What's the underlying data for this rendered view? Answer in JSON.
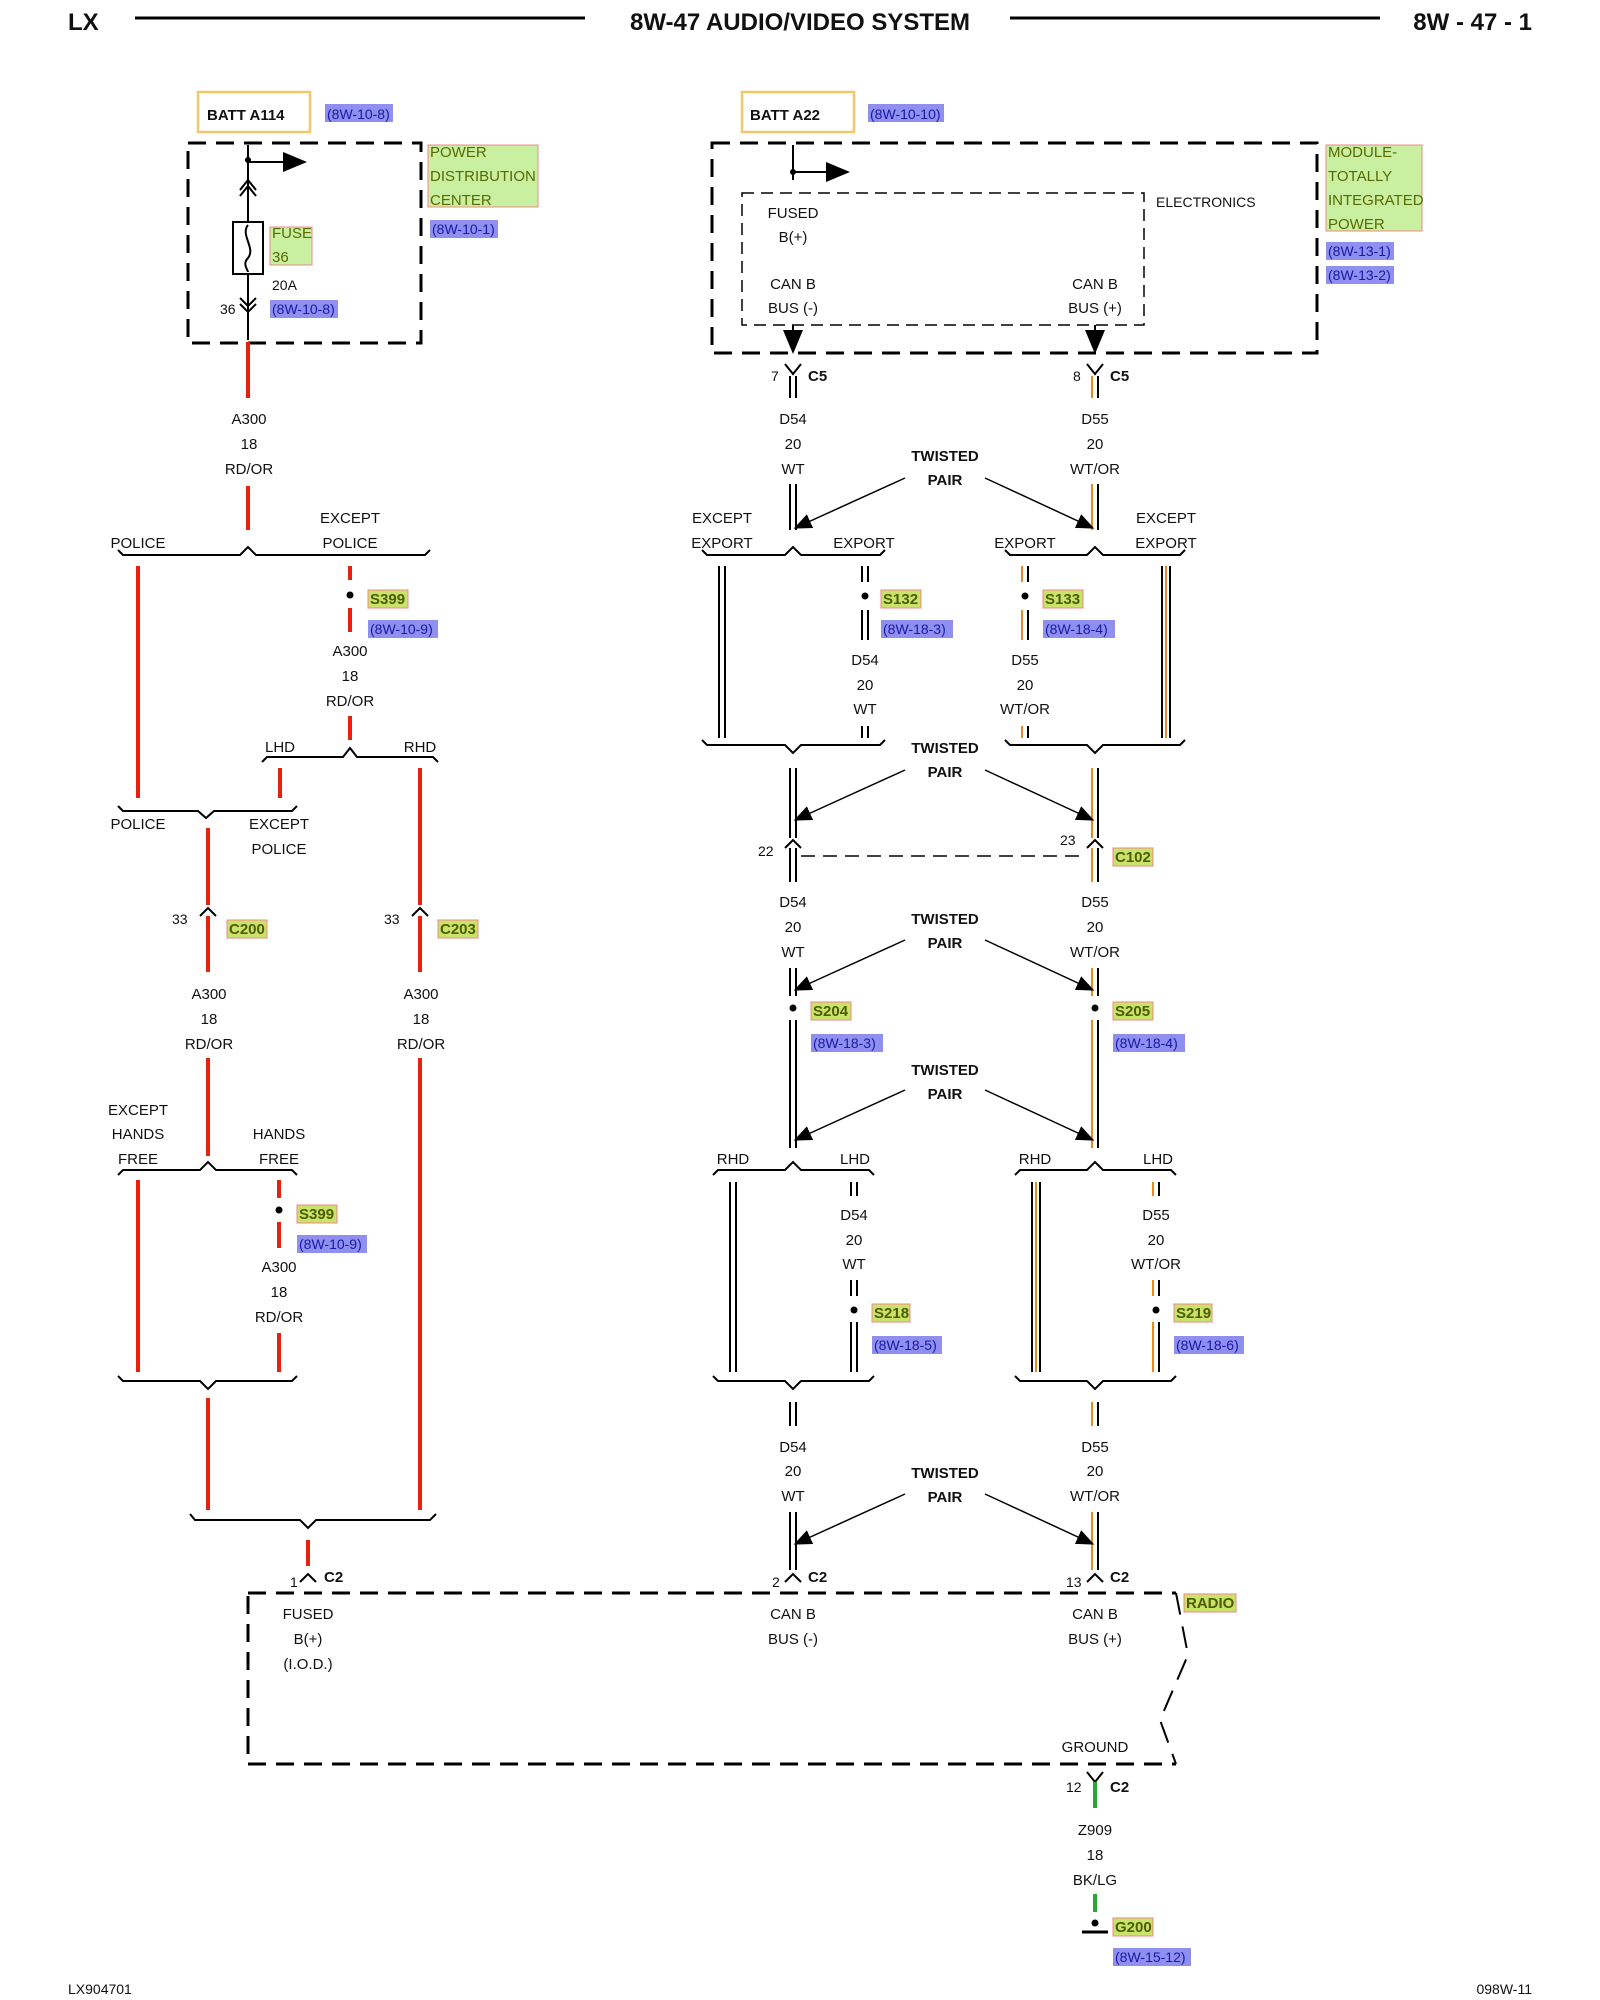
{
  "header": {
    "left": "LX",
    "title": "8W-47 AUDIO/VIDEO SYSTEM",
    "right": "8W - 47 - 1"
  },
  "footer": {
    "left": "LX904701",
    "right": "098W-11"
  },
  "left_circuit": {
    "batt_label": "BATT A114",
    "batt_ref": "(8W-10-8)",
    "pdc_label": [
      "POWER",
      "DISTRIBUTION",
      "CENTER"
    ],
    "pdc_ref": "(8W-10-1)",
    "fuse_label": [
      "FUSE",
      "36"
    ],
    "fuse_amp": "20A",
    "fuse_ref": "(8W-10-8)",
    "pin_36": "36",
    "wire_a300": [
      "A300",
      "18",
      "RD/OR"
    ],
    "split1": [
      "POLICE",
      "EXCEPT",
      "POLICE"
    ],
    "s399": "S399",
    "s399_ref": "(8W-10-9)",
    "split_lhd_rhd": [
      "LHD",
      "RHD"
    ],
    "merge1": [
      "POLICE",
      "EXCEPT",
      "POLICE"
    ],
    "pin_33": "33",
    "c200": "C200",
    "c203": "C203",
    "split_hands": [
      "EXCEPT",
      "HANDS",
      "FREE",
      "HANDS",
      "FREE"
    ]
  },
  "right_circuit": {
    "batt_label": "BATT A22",
    "batt_ref": "(8W-10-10)",
    "module_label": [
      "MODULE-",
      "TOTALLY",
      "INTEGRATED",
      "POWER"
    ],
    "module_refs": [
      "(8W-13-1)",
      "(8W-13-2)"
    ],
    "electronics": "ELECTRONICS",
    "fused_b": [
      "FUSED",
      "B(+)"
    ],
    "canb_neg": [
      "CAN B",
      "BUS (-)"
    ],
    "canb_pos": [
      "CAN B",
      "BUS (+)"
    ],
    "pin_7": "7",
    "pin_8": "8",
    "c5": "C5",
    "wire_d54": [
      "D54",
      "20",
      "WT"
    ],
    "wire_d55": [
      "D55",
      "20",
      "WT/OR"
    ],
    "twisted_pair": [
      "TWISTED",
      "PAIR"
    ],
    "export_labels": [
      "EXCEPT",
      "EXPORT",
      "EXPORT"
    ],
    "s132": "S132",
    "s132_ref": "(8W-18-3)",
    "s133": "S133",
    "s133_ref": "(8W-18-4)",
    "pin_22": "22",
    "pin_23": "23",
    "c102": "C102",
    "s204": "S204",
    "s204_ref": "(8W-18-3)",
    "s205": "S205",
    "s205_ref": "(8W-18-4)",
    "rhd": "RHD",
    "lhd": "LHD",
    "s218": "S218",
    "s218_ref": "(8W-18-5)",
    "s219": "S219",
    "s219_ref": "(8W-18-6)"
  },
  "radio": {
    "label": "RADIO",
    "c2": "C2",
    "pins": [
      "1",
      "2",
      "13",
      "12"
    ],
    "fused_b_iod": [
      "FUSED",
      "B(+)",
      "(I.O.D.)"
    ],
    "canb_neg": [
      "CAN B",
      "BUS (-)"
    ],
    "canb_pos": [
      "CAN B",
      "BUS (+)"
    ],
    "ground": "GROUND",
    "wire_z909": [
      "Z909",
      "18",
      "BK/LG"
    ],
    "g200": "G200",
    "g200_ref": "(8W-15-12)"
  },
  "colors": {
    "red": "#e8210c",
    "orange": "#e88a1c",
    "green": "#26a832",
    "hl_yellow": "#c9e26a",
    "hl_purple": "#8f8ff0",
    "hl_green": "#c8f0a0"
  }
}
